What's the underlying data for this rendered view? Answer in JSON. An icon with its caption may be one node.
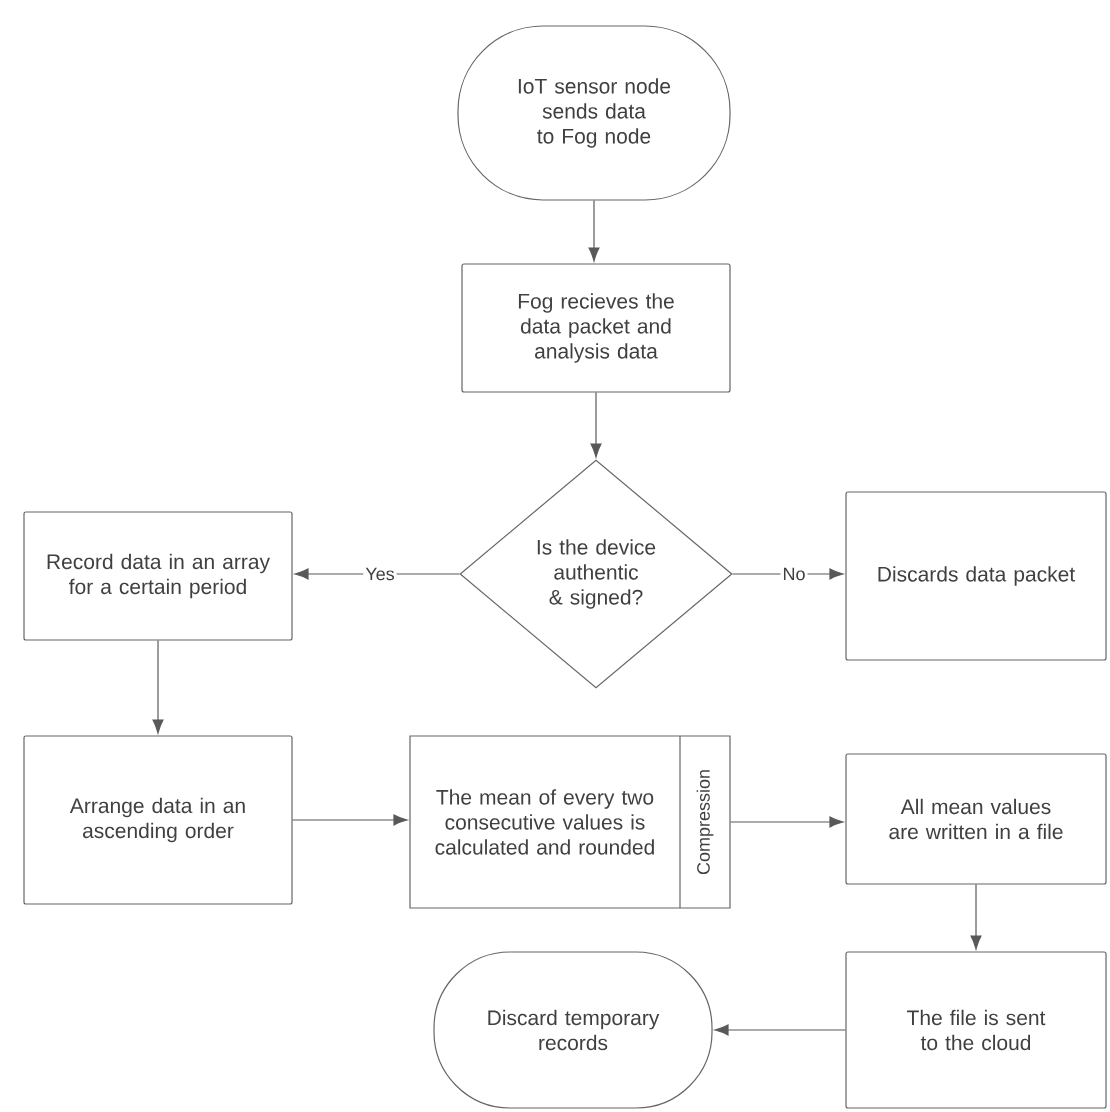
{
  "diagram": {
    "nodes": [
      {
        "text": [
          "IoT sensor node sends data to Fog node"
        ]
      },
      {
        "text": [
          "Fog recieves the data packet and analysis data"
        ]
      },
      {
        "text": [
          "Is the device authentic & signed?"
        ]
      },
      {
        "text": [
          "Record data in an array for a certain period"
        ]
      },
      {
        "text": [
          "Discards data packet"
        ]
      },
      {
        "text": [
          "Arrange data in an ascending order"
        ]
      },
      {
        "text": [
          "The mean of every two consecutive values is calculated and rounded",
          "Compression"
        ]
      },
      {
        "text": [
          "All mean values are written in a file"
        ]
      },
      {
        "text": [
          "The file is sent to the cloud"
        ]
      },
      {
        "text": [
          "Discard temporary records"
        ]
      }
    ],
    "edges": [
      {
        "from": 0,
        "to": 1,
        "arrow": "to"
      },
      {
        "from": 1,
        "to": 2,
        "arrow": "to"
      },
      {
        "from": 2,
        "to": 3,
        "arrow": "to",
        "label": "Yes"
      },
      {
        "from": 2,
        "to": 4,
        "arrow": "to",
        "label": "No"
      },
      {
        "from": 3,
        "to": 5,
        "arrow": "to"
      },
      {
        "from": 5,
        "to": 6,
        "arrow": "to"
      },
      {
        "from": 6,
        "to": 7,
        "arrow": "to"
      },
      {
        "from": 7,
        "to": 8,
        "arrow": "to"
      },
      {
        "from": 8,
        "to": 9,
        "arrow": "to"
      }
    ]
  }
}
